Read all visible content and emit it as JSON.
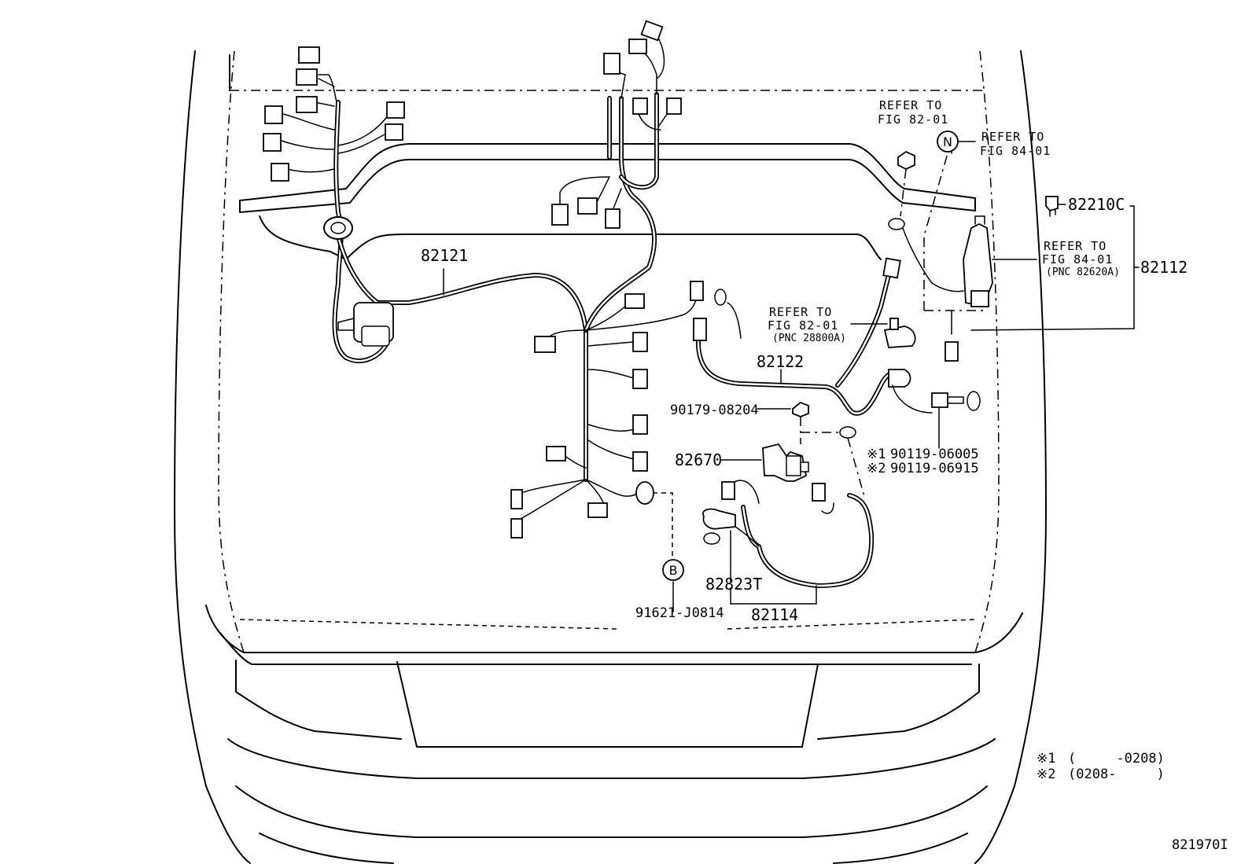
{
  "labels": {
    "p82121": "82121",
    "p82122": "82122",
    "p82112": "82112",
    "p82210C": "82210C",
    "p90179": "90179-08204",
    "p82670": "82670",
    "p90119a": "90119-06005",
    "p90119b": "90119-06915",
    "p82823T": "82823T",
    "p82114": "82114",
    "p91621": "91621-J0814",
    "mark1": "※1",
    "mark2": "※2",
    "drawing_no": "821970I"
  },
  "refs": {
    "r1_l1": "REFER TO",
    "r1_l2": "FIG 82-01",
    "r2_l1": "REFER TO",
    "r2_l2": "FIG 84-01",
    "r3_l1": "REFER TO",
    "r3_l2": "FIG 84-01",
    "r3_l3": "(PNC 82620A)",
    "r4_l1": "REFER TO",
    "r4_l2": "FIG 82-01",
    "r4_l3": "(PNC 28800A)"
  },
  "callouts": {
    "N": "N",
    "B": "B"
  },
  "notes": {
    "n1_mark": "※1",
    "n1_text": "(     -0208)",
    "n2_mark": "※2",
    "n2_text": "(0208-     )"
  }
}
